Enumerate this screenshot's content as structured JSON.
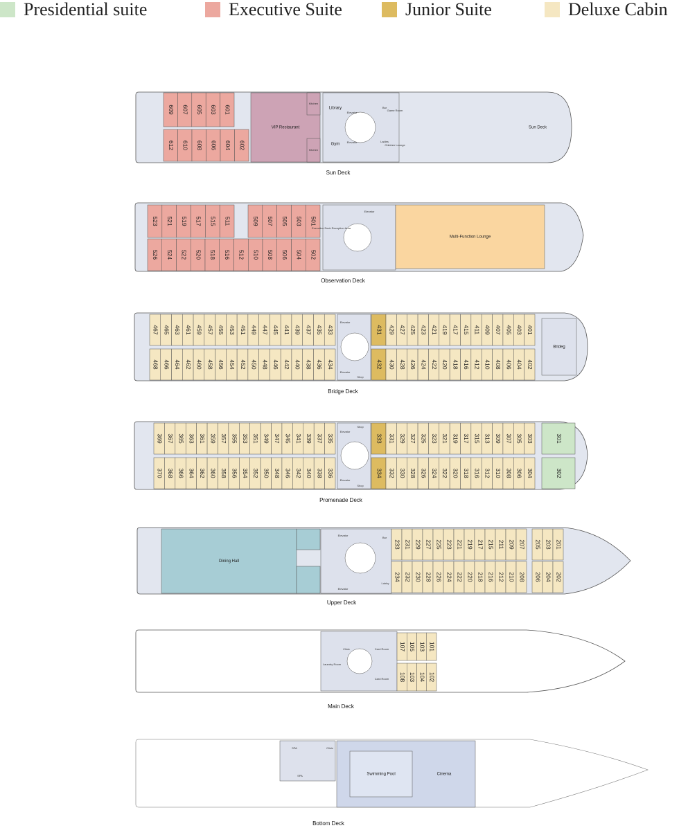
{
  "colors": {
    "presidential": "#cde6c8",
    "executive": "#eca89f",
    "junior": "#ddbb60",
    "deluxe": "#f5e7c2",
    "vip": "#cda3b5",
    "lounge": "#fad6a0",
    "dining": "#a7cdd5",
    "public": "#dde1ec",
    "pool": "#cfd7ea",
    "hull": "#e2e6ef",
    "outline": "#555555"
  },
  "legend": [
    {
      "label": "Presidential suite",
      "color": "#cde6c8"
    },
    {
      "label": "Executive Suite",
      "color": "#eca89f"
    },
    {
      "label": "Junior Suite",
      "color": "#ddbb60"
    },
    {
      "label": "Deluxe Cabin",
      "color": "#f5e7c2"
    }
  ],
  "decks": {
    "sun": {
      "name": "Sun Deck",
      "top_cabins": [
        "609",
        "607",
        "605",
        "603",
        "601"
      ],
      "bottom_cabins": [
        "612",
        "610",
        "608",
        "606",
        "604",
        "602"
      ],
      "vip": "VIP Restaurant",
      "kitchen_top": "Kitchen",
      "kitchen_bottom": "Kitchen",
      "library": "Library",
      "gym": "Gym",
      "elevator_top": "Elevator",
      "elevator_bottom": "Elevator",
      "bar": "Bar",
      "game_room": "Game Room",
      "ladies": "Ladies",
      "gents": "Children Lounge",
      "deck_area": "Sun Deck"
    },
    "observation": {
      "name": "Observation Deck",
      "top_cabins": [
        "523",
        "521",
        "519",
        "517",
        "515",
        "511",
        "509",
        "507",
        "505",
        "503",
        "501"
      ],
      "bottom_cabins": [
        "526",
        "524",
        "522",
        "520",
        "518",
        "516",
        "512",
        "510",
        "508",
        "506",
        "504",
        "502"
      ],
      "reception": "Executive Deck Reception Area",
      "elevator": "Elevator",
      "lounge": "Multi-Function Lounge"
    },
    "bridge": {
      "name": "Bridge Deck",
      "top_aft": [
        "467",
        "465",
        "463",
        "461",
        "459",
        "457",
        "455",
        "453",
        "451",
        "449",
        "447",
        "445",
        "441",
        "439",
        "437",
        "435",
        "433"
      ],
      "top_fwd": [
        "429",
        "427",
        "425",
        "423",
        "421",
        "419",
        "417",
        "415",
        "411",
        "409",
        "407",
        "405",
        "403",
        "401"
      ],
      "bottom_aft": [
        "468",
        "466",
        "464",
        "462",
        "460",
        "458",
        "456",
        "454",
        "452",
        "450",
        "448",
        "446",
        "442",
        "440",
        "438",
        "436",
        "434"
      ],
      "bottom_fwd": [
        "430",
        "428",
        "426",
        "424",
        "422",
        "420",
        "418",
        "416",
        "412",
        "410",
        "408",
        "406",
        "404",
        "402"
      ],
      "junior_top": "431",
      "junior_bottom": "432",
      "elevator_top": "Elevator",
      "elevator_bottom": "Elevator",
      "shop_bottom": "Shop",
      "bridge_room": "Brideg"
    },
    "promenade": {
      "name": "Promenade Deck",
      "top_aft": [
        "369",
        "367",
        "365",
        "363",
        "361",
        "359",
        "357",
        "355",
        "353",
        "351",
        "349",
        "347",
        "345",
        "341",
        "339",
        "337",
        "335"
      ],
      "top_fwd": [
        "331",
        "329",
        "327",
        "325",
        "323",
        "321",
        "319",
        "317",
        "315",
        "313",
        "309",
        "307",
        "305",
        "303"
      ],
      "bottom_aft": [
        "370",
        "368",
        "366",
        "364",
        "362",
        "360",
        "358",
        "356",
        "354",
        "352",
        "350",
        "348",
        "346",
        "342",
        "340",
        "338",
        "336"
      ],
      "bottom_fwd": [
        "332",
        "330",
        "328",
        "326",
        "324",
        "322",
        "320",
        "318",
        "316",
        "312",
        "310",
        "308",
        "306",
        "304"
      ],
      "junior_top": "333",
      "junior_bottom": "334",
      "presidential_top": "301",
      "presidential_bottom": "302",
      "shop_top": "Shop",
      "shop_bottom": "Shop",
      "elevator_top": "Elevator",
      "elevator_bottom": "Elevator"
    },
    "upper": {
      "name": "Upper Deck",
      "dining": "Dining Hall",
      "top_cabins": [
        "233",
        "231",
        "229",
        "227",
        "225",
        "223",
        "221",
        "219",
        "217",
        "215",
        "211",
        "209",
        "207"
      ],
      "bottom_cabins": [
        "234",
        "232",
        "230",
        "228",
        "226",
        "224",
        "222",
        "220",
        "218",
        "216",
        "212",
        "210",
        "208"
      ],
      "bow_top": [
        "205",
        "203",
        "201"
      ],
      "bow_bottom": [
        "206",
        "204",
        "202"
      ],
      "elevator_top": "Elevator",
      "elevator_bottom": "Elevator",
      "bar": "Bar",
      "lobby": "Lobby"
    },
    "main": {
      "name": "Main Deck",
      "top_cabins": [
        "107",
        "105",
        "103",
        "101"
      ],
      "bottom_cabins": [
        "108",
        "103",
        "104",
        "102"
      ],
      "clinic": "Clinic",
      "laundry": "Laundry Room",
      "card_top": "Card Room",
      "card_bottom": "Card Room"
    },
    "bottom": {
      "name": "Bottom Deck",
      "spa_top": "SPA",
      "spa_bottom": "SPA",
      "clinic": "Clinic",
      "pool": "Swimming Pool",
      "cinema": "Cinema"
    }
  }
}
